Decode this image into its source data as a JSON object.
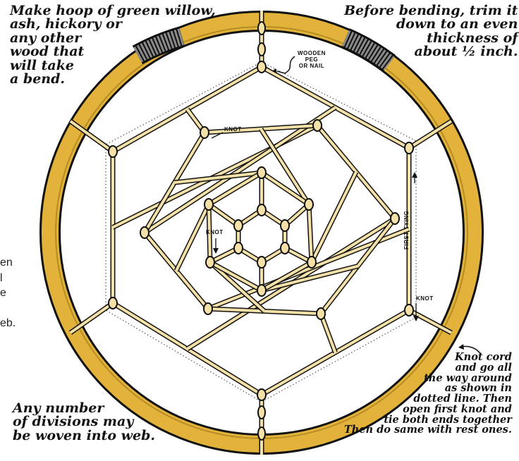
{
  "colors": {
    "hoop": "#e2b23a",
    "hoop_shadow": "#9a7418",
    "outline": "#111111",
    "cord": "#f3e1a8",
    "wrap": "#8a8a8a",
    "background": "#ffffff"
  },
  "labels": {
    "top_left_note": "Make hoop of green willow,\nash, hickory or\nany other\nwood that\nwill take\na bend.",
    "top_right_note": "Before bending, trim it\ndown to an even\nthickness of\nabout ½ inch.",
    "peg_label": "WOODEN\nPEG\nOR NAIL",
    "knot_label_1": "KNOT",
    "knot_label_2": "KNOT",
    "knot_label_3": "KNOT",
    "first_tying": "FIRST TYING",
    "left_fragment": "en\nl\ne\n\neb.",
    "bottom_left_note": "Any number\nof divisions may\nbe woven into web.",
    "bottom_right_note": "Knot cord\nand go all\nthe way around\nas shown in\ndotted line. Then\nopen first knot and\ntie both ends together\nThen do same with rest ones."
  }
}
